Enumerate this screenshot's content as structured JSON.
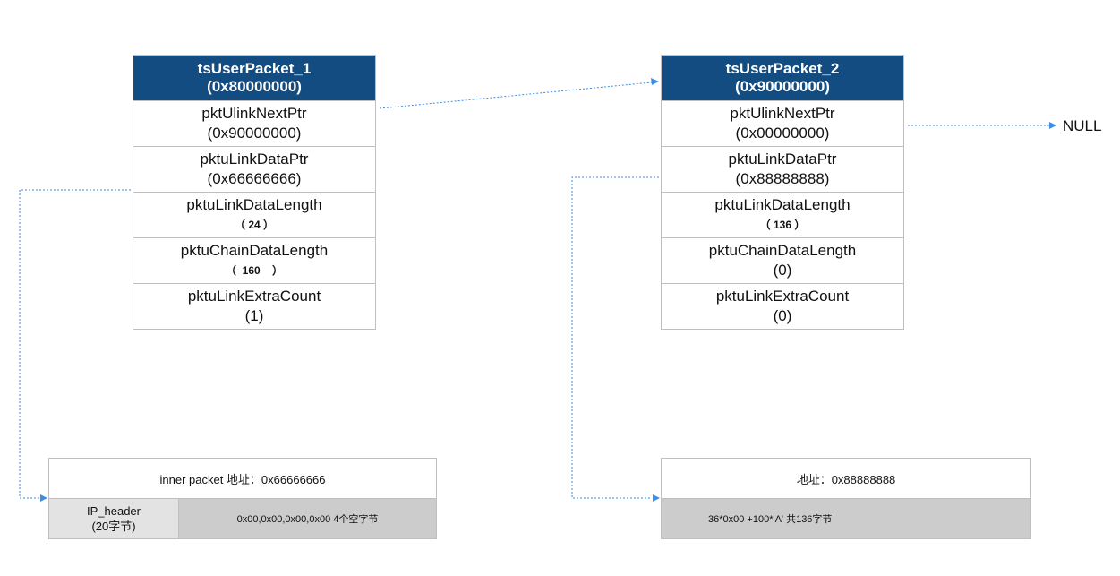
{
  "packets": [
    {
      "header_line1": "tsUserPacket_1",
      "header_line2": "(0x80000000)",
      "fields": [
        {
          "name": "pktUlinkNextPtr",
          "value": "(0x90000000)"
        },
        {
          "name": "pktuLinkDataPtr",
          "value": "(0x66666666)"
        },
        {
          "name": "pktuLinkDataLength",
          "value": "（ 24 ）"
        },
        {
          "name": "pktuChainDataLength",
          "value": "（  160    ）"
        },
        {
          "name": "pktuLinkExtraCount",
          "value": "(1)"
        }
      ]
    },
    {
      "header_line1": "tsUserPacket_2",
      "header_line2": "(0x90000000)",
      "fields": [
        {
          "name": "pktUlinkNextPtr",
          "value": "(0x00000000)"
        },
        {
          "name": "pktuLinkDataPtr",
          "value": "(0x88888888)"
        },
        {
          "name": "pktuLinkDataLength",
          "value": "（ 136 ）"
        },
        {
          "name": "pktuChainDataLength",
          "value": "(0)"
        },
        {
          "name": "pktuLinkExtraCount",
          "value": "(0)"
        }
      ]
    }
  ],
  "memory": [
    {
      "title": "inner packet 地址：0x66666666",
      "ip_header_line1": "IP_header",
      "ip_header_line2": "(20字节)",
      "content": "0x00,0x00,0x00,0x00 4个空字节"
    },
    {
      "title": "地址：0x88888888",
      "content": "36*0x00 +100*'A' 共136字节"
    }
  ],
  "null_label": "NULL",
  "colors": {
    "header_bg": "#134c80",
    "arrow": "#3a8ee6",
    "border": "#bfbfbf"
  }
}
